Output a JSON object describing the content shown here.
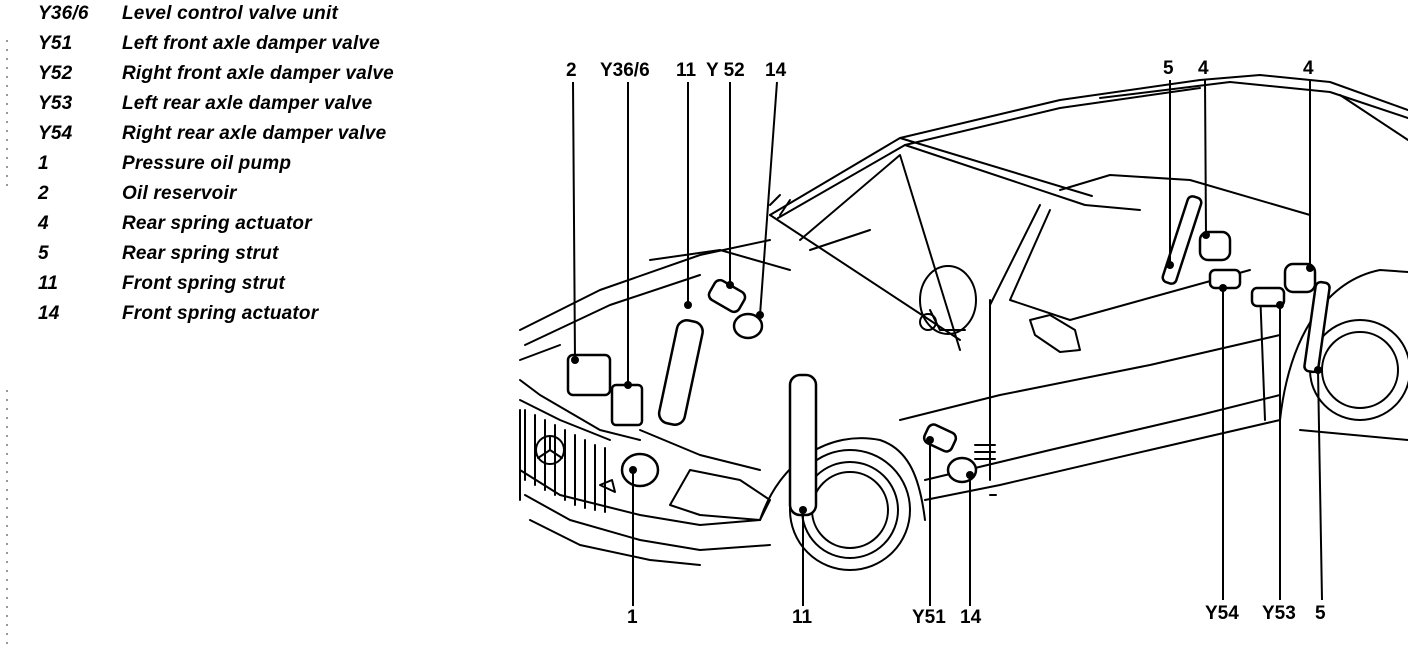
{
  "legend": [
    {
      "code": "Y36/6",
      "desc": "Level control valve unit"
    },
    {
      "code": "Y51",
      "desc": "Left front axle damper valve"
    },
    {
      "code": "Y52",
      "desc": "Right front axle damper valve"
    },
    {
      "code": "Y53",
      "desc": "Left rear axle damper valve"
    },
    {
      "code": "Y54",
      "desc": "Right rear axle damper valve"
    },
    {
      "code": "1",
      "desc": "Pressure oil pump"
    },
    {
      "code": "2",
      "desc": "Oil reservoir"
    },
    {
      "code": "4",
      "desc": "Rear spring actuator"
    },
    {
      "code": "5",
      "desc": "Rear spring strut"
    },
    {
      "code": "11",
      "desc": "Front spring strut"
    },
    {
      "code": "14",
      "desc": "Front spring actuator"
    }
  ],
  "callouts": {
    "top_2": "2",
    "top_y36_6": "Y36/6",
    "top_11": "11",
    "top_y52": "Y 52",
    "top_14": "14",
    "top_5": "5",
    "top_4a": "4",
    "top_4b": "4",
    "bottom_1": "1",
    "bottom_11": "11",
    "bottom_y51": "Y51",
    "bottom_14": "14",
    "bottom_y54": "Y54",
    "bottom_y53": "Y53",
    "bottom_5": "5"
  }
}
